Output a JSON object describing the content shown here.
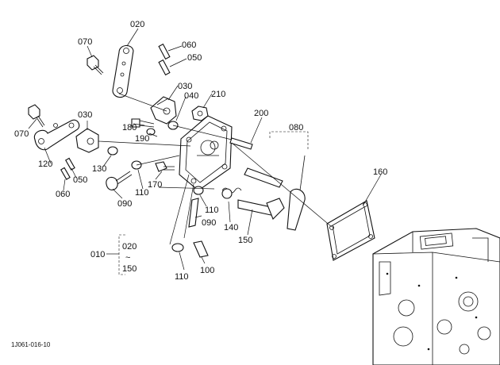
{
  "diagram": {
    "callouts": {
      "c020_top": "020",
      "c070_top": "070",
      "c060_top": "060",
      "c050_top": "050",
      "c030_top": "030",
      "c040": "040",
      "c210": "210",
      "c030_left": "030",
      "c070_left": "070",
      "c180": "180",
      "c190": "190",
      "c200": "200",
      "c080": "080",
      "c120": "120",
      "c130": "130",
      "c050_left": "050",
      "c060_left": "060",
      "c110_a": "110",
      "c170": "170",
      "c090_a": "090",
      "c160": "160",
      "c110_b": "110",
      "c090_b": "090",
      "c140": "140",
      "c150": "150",
      "c010": "010",
      "c020_range": "020",
      "c_range_tilde": "~",
      "c150_range": "150",
      "c110_c": "110",
      "c100": "100"
    },
    "figure_code": "1J061-016-10"
  }
}
